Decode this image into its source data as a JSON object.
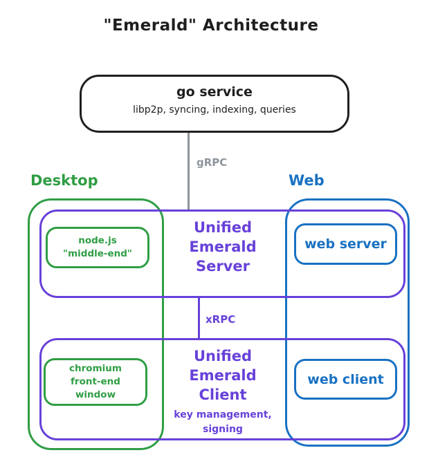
{
  "title": "\"Emerald\" Architecture",
  "colors": {
    "black": "#1e1e1e",
    "gray": "#8e959c",
    "green": "#2f9e44",
    "blue": "#1971c2",
    "purple": "#6741d9"
  },
  "go_service": {
    "title": "go service",
    "subtitle": "libp2p, syncing, indexing, queries"
  },
  "connections": {
    "grpc_label": "gRPC",
    "xrpc_label": "xRPC"
  },
  "desktop": {
    "label": "Desktop",
    "nodejs_box": {
      "lines": [
        "node.js",
        "\"middle-end\""
      ]
    },
    "chromium_box": {
      "lines": [
        "chromium",
        "front-end",
        "window"
      ]
    }
  },
  "web": {
    "label": "Web",
    "server_box_label": "web server",
    "client_box_label": "web client"
  },
  "server": {
    "lines": [
      "Unified",
      "Emerald",
      "Server"
    ]
  },
  "client": {
    "lines": [
      "Unified",
      "Emerald",
      "Client"
    ],
    "note_lines": [
      "key management,",
      "signing"
    ]
  }
}
